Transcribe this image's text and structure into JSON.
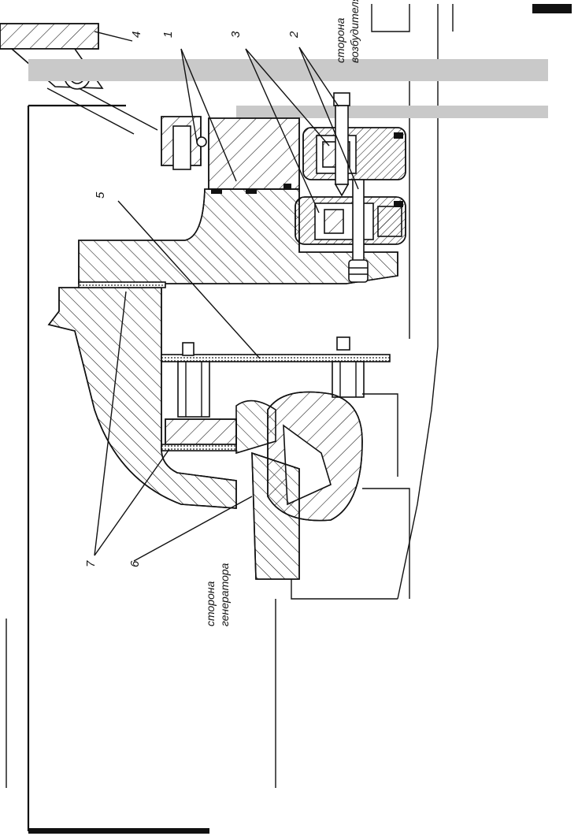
{
  "figure": {
    "callouts": [
      "1",
      "2",
      "3",
      "4",
      "5",
      "6",
      "7"
    ],
    "caption_exciter_line1": "сторона",
    "caption_exciter_line2": "возбудителя",
    "caption_generator_line1": "сторона",
    "caption_generator_line2": "генератора"
  },
  "colors": {
    "ink": "#111111",
    "band": "#c9c9c9",
    "paper": "#ffffff"
  }
}
